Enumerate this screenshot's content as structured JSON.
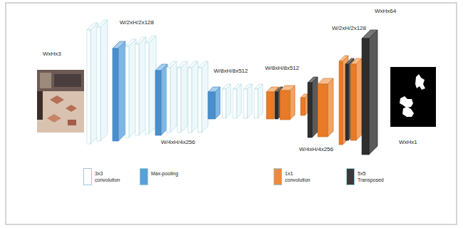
{
  "diagram": {
    "labels": [
      "WxHx3",
      "W/2xH/2x128",
      "W/4xH/4x256",
      "W/8xH/8x512",
      "W/8xH/8x512",
      "W/4xH/4x256",
      "W/2xH/2x128",
      "WxHx64",
      "WxHx1"
    ],
    "legend": [
      {
        "text": "3x3 convolution",
        "color": "#ffffff"
      },
      {
        "text": "Max-pooling",
        "color": "#5aa0d8"
      },
      {
        "text": "1x1 convolution",
        "color": "#f08a3a"
      },
      {
        "text": "5x5 Transposed",
        "color": "#3a3a3a"
      }
    ]
  }
}
